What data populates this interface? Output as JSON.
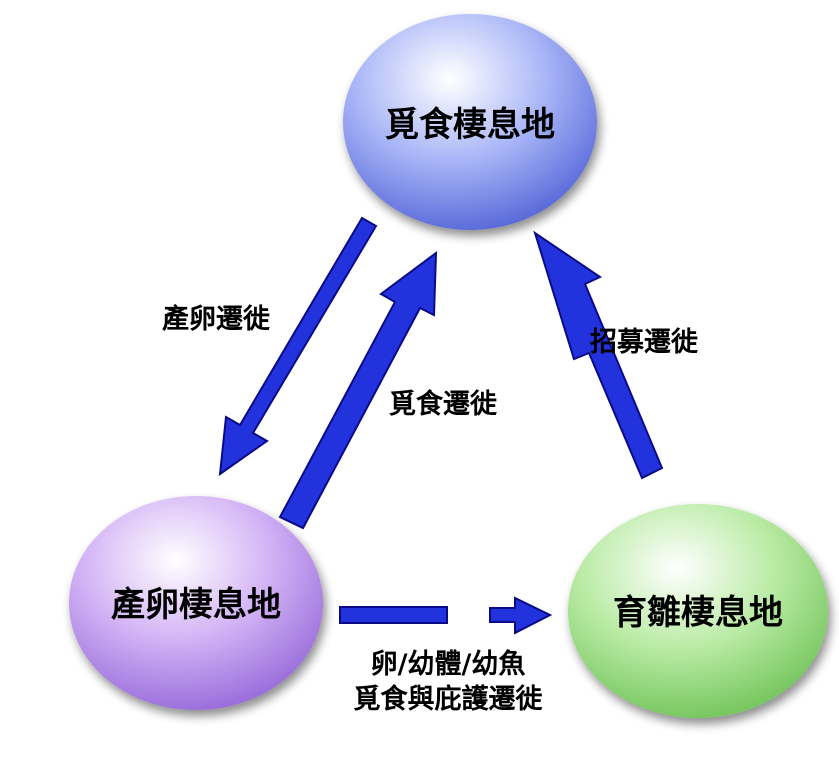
{
  "nodes": {
    "foraging": {
      "label": "覓食棲息地"
    },
    "spawning": {
      "label": "產卵棲息地"
    },
    "nursery": {
      "label": "育雛棲息地"
    }
  },
  "edges": {
    "spawning_migration": {
      "label": "產卵遷徙"
    },
    "foraging_migration": {
      "label": "覓食遷徙"
    },
    "recruitment_migration": {
      "label": "招募遷徙"
    },
    "egg_larvae_migration": {
      "label_line1": "卵/幼體/幼魚",
      "label_line2": "覓食與庇護遷徙"
    }
  },
  "colors": {
    "arrow": "#2233dd",
    "foraging": "#8f9ff5",
    "spawning": "#c59cf2",
    "nursery": "#a8e292"
  }
}
